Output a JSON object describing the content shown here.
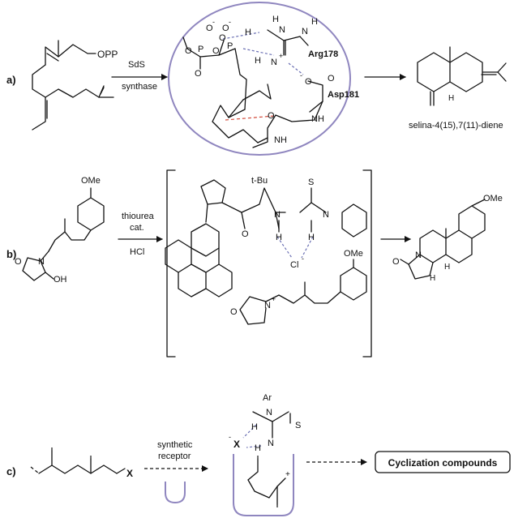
{
  "panel_a": {
    "label": "a)",
    "substrate_group": "OPP",
    "arrow_top": "SdS",
    "arrow_bottom": "synthase",
    "site": {
      "o_top_left": "O",
      "o_top_right": "O",
      "minus_left": "-",
      "minus_right": "-",
      "h_left": "H",
      "h_mid": "H",
      "n_left": "N",
      "n_right": "N",
      "h_right": "H",
      "o_left": "O",
      "p_left": "P",
      "o_bridge": "O",
      "p_right": "P",
      "o_center": "O",
      "o_low": "O",
      "h_low": "H",
      "n_plus": "N",
      "plus": "+",
      "arg_label": "Arg178",
      "o_carb_a": "O",
      "o_carb_b": "O",
      "o_minus": "-",
      "asp_label": "Asp181",
      "o_amide": "O",
      "nh_right": "NH",
      "nh_low": "NH"
    },
    "product_name": "selina-4(15),7(11)-diene"
  },
  "panel_b": {
    "label": "b)",
    "ome_left": "OMe",
    "n": "N",
    "o": "O",
    "oh": "OH",
    "arrow_top_1": "thiourea",
    "arrow_top_2": "cat.",
    "arrow_bottom": "HCl",
    "tbu": "t-Bu",
    "s": "S",
    "n1": "N",
    "n2": "N",
    "h1": "H",
    "h2": "H",
    "o_ket": "O",
    "cl": "Cl",
    "cl_minus": "-",
    "ome_mid": "OMe",
    "o_ring": "O",
    "n_plus": "N",
    "plus": "+",
    "ome_right": "OMe",
    "n_prod": "N",
    "o_prod": "O",
    "h_prod_1": "H",
    "h_prod_2": "H"
  },
  "panel_c": {
    "label": "c)",
    "x_left": "X",
    "arrow_top_1": "synthetic",
    "arrow_top_2": "receptor",
    "ar": "Ar",
    "minus": "-",
    "x_bound": "X",
    "h1": "H",
    "h2": "H",
    "n1": "N",
    "n2": "N",
    "s": "S",
    "plus": "+",
    "result_box": "Cyclization compounds"
  }
}
